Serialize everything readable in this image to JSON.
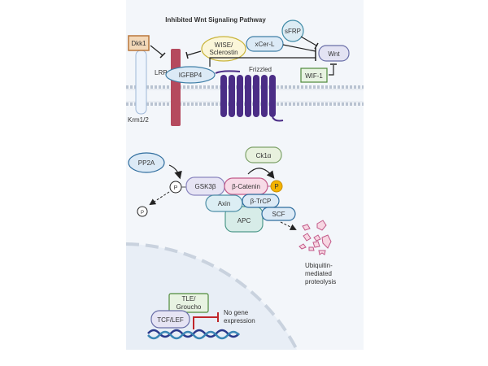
{
  "title": "Inhibited Wnt Signaling Pathway",
  "membrane": {
    "dkk1": "Dkk1",
    "krm": "Krm1/2",
    "lrp": "LRP",
    "wise_1": "WISE/",
    "wise_2": "Sclerostin",
    "xcer": "xCer-L",
    "sfrp": "sFRP",
    "wnt": "Wnt",
    "wif": "WIF-1",
    "igfbp4": "IGFBP4",
    "frizzled": "Frizzled"
  },
  "cytoplasm": {
    "pp2a": "PP2A",
    "p": "P",
    "gsk": "GSK3β",
    "catenin": "β-Catenin",
    "ck1": "Ck1α",
    "axin": "Axin",
    "trcp": "β-TrCP",
    "apc": "APC",
    "scf": "SCF",
    "ubiq_1": "Ubiquitin-",
    "ubiq_2": "mediated",
    "ubiq_3": "proteolysis"
  },
  "nucleus": {
    "tle_1": "TLE/",
    "tle_2": "Groucho",
    "tcf": "TCF/LEF",
    "nogene_1": "No gene",
    "nogene_2": "expression"
  },
  "colors": {
    "background": "#f3f6fa",
    "lrp": "#b54a5e",
    "frizzled": "#4b2d86",
    "phospho": "#f5b400",
    "inhibit_red": "#c0262b"
  }
}
